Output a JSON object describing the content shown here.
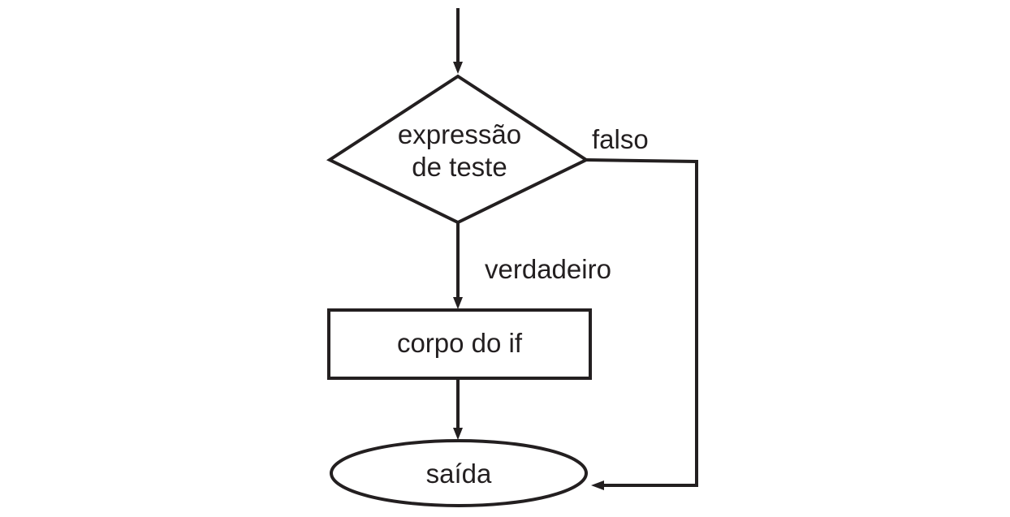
{
  "diagram": {
    "decision": {
      "line1": "expressão",
      "line2": "de teste"
    },
    "process": {
      "label": "corpo do if"
    },
    "terminal": {
      "label": "saída"
    },
    "edges": {
      "true_label": "verdadeiro",
      "false_label": "falso"
    }
  },
  "colors": {
    "stroke": "#231f20",
    "background": "#ffffff"
  }
}
